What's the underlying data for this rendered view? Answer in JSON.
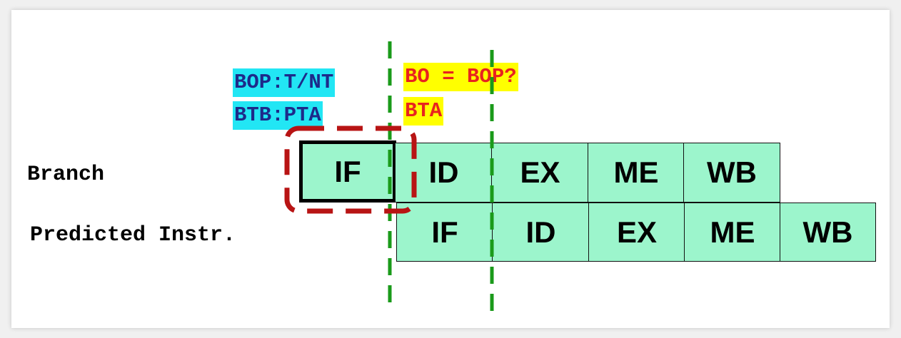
{
  "annotations": {
    "bop_line": "BOP:T/NT",
    "btb_line": "BTB:PTA",
    "bo_line": "BO = BOP?",
    "bta_line": "BTA"
  },
  "rows": [
    {
      "label": "Branch",
      "stages": [
        "IF",
        "ID",
        "EX",
        "ME",
        "WB"
      ]
    },
    {
      "label": "Predicted Instr.",
      "stages": [
        "IF",
        "ID",
        "EX",
        "ME",
        "WB"
      ]
    }
  ],
  "colors": {
    "stage_fill": "#9cf5cc",
    "cycle_divider": "#1a9a1a",
    "if_highlight_dashed": "#b81414",
    "cyan_highlight": "#22e6f4",
    "cyan_text": "#1d2a8a",
    "yellow_highlight": "#ffff00",
    "yellow_text": "#e8231f"
  }
}
